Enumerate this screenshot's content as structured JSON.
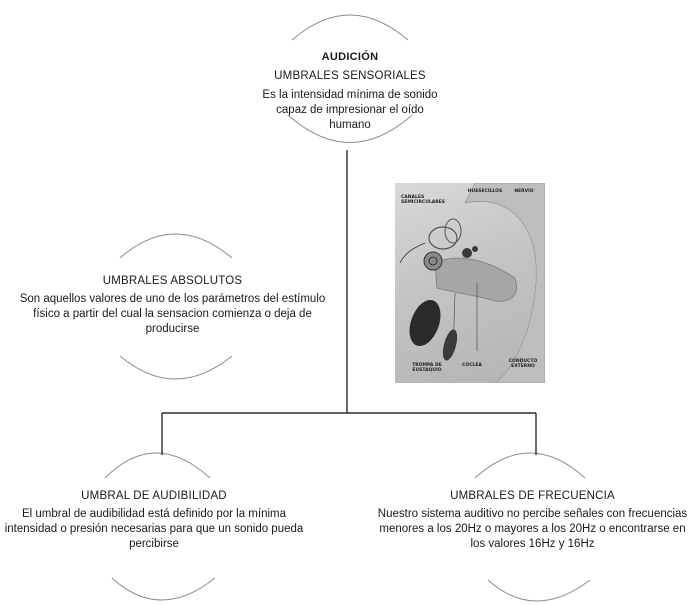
{
  "root": {
    "title": "AUDICIÓN",
    "heading": "UMBRALES SENSORIALES",
    "description": "Es la intensidad mínima de sonido capaz de impresionar el oído humano"
  },
  "branches": [
    {
      "heading": "UMBRALES ABSOLUTOS",
      "description": "Son aquellos valores de uno de los parámetros del estímulo físico a partir del cual la sensacion comienza o deja de producirse"
    },
    {
      "heading": "UMBRAL DE AUDIBILIDAD",
      "description": "El umbral de audibilidad está definido por la mínima intensidad o presión necesarias para que un sonido pueda percibirse"
    },
    {
      "heading": "UMBRALES DE FRECUENCIA",
      "description": "Nuestro sistema auditivo no percibe señales con frecuencias menores a los 20Hz o mayores a los 20Hz o encontrarse en los valores 16Hz y 16Hz"
    }
  ],
  "ear_image": {
    "labels": [
      "CANALES SEMICIRCULARES",
      "HUESECILLOS",
      "NERVIO",
      "TROMPA DE EUSTAQUIO",
      "CÓCLEA",
      "CONDUCTO EXTERNO"
    ]
  },
  "colors": {
    "connector": "#2b2b2b",
    "arc": "#8c8c8c"
  }
}
